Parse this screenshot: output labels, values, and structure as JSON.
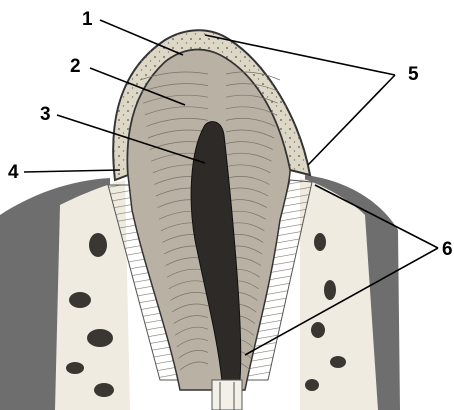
{
  "labels": {
    "l1": "1",
    "l2": "2",
    "l3": "3",
    "l4": "4",
    "l5": "5",
    "l6": "6"
  },
  "colors": {
    "gum": "#6e6e6e",
    "enamel": "#ddd7c6",
    "dentin": "#b9b1a3",
    "pulp": "#2e2a27",
    "bone": "#efebe1",
    "ligament": "#8f887c"
  }
}
